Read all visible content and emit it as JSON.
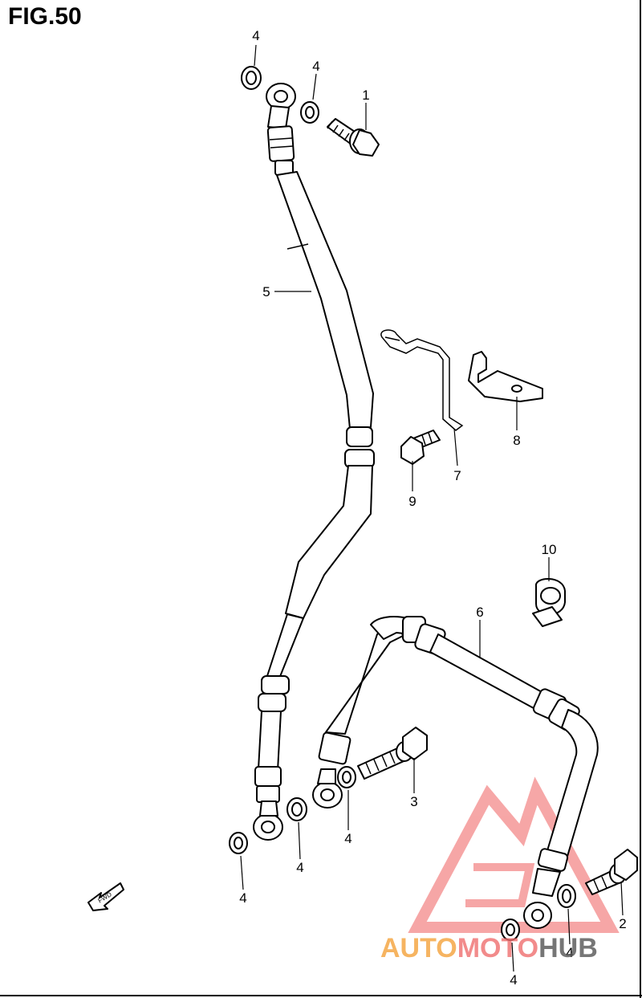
{
  "figure": {
    "title": "FIG.50"
  },
  "callouts": {
    "washer_top_left": "4",
    "washer_top": "4",
    "bolt_union_top": "1",
    "hose_upper": "5",
    "clamp_wire": "7",
    "bracket": "8",
    "bolt_bracket": "9",
    "clamp_small": "10",
    "hose_lower": "6",
    "bolt_union_mid": "3",
    "washer_mid": "4",
    "washer_low1": "4",
    "washer_low2": "4",
    "washer_low3": "4",
    "washer_low4": "4",
    "bolt_union_right": "2"
  },
  "direction": {
    "label": "FWD"
  },
  "watermark": {
    "part1": "AUTO",
    "part2": "MOTO",
    "part3": "HUB",
    "color_primary": "#f4a23a",
    "color_secondary": "#ef6f6f",
    "color_dark": "#555555"
  }
}
